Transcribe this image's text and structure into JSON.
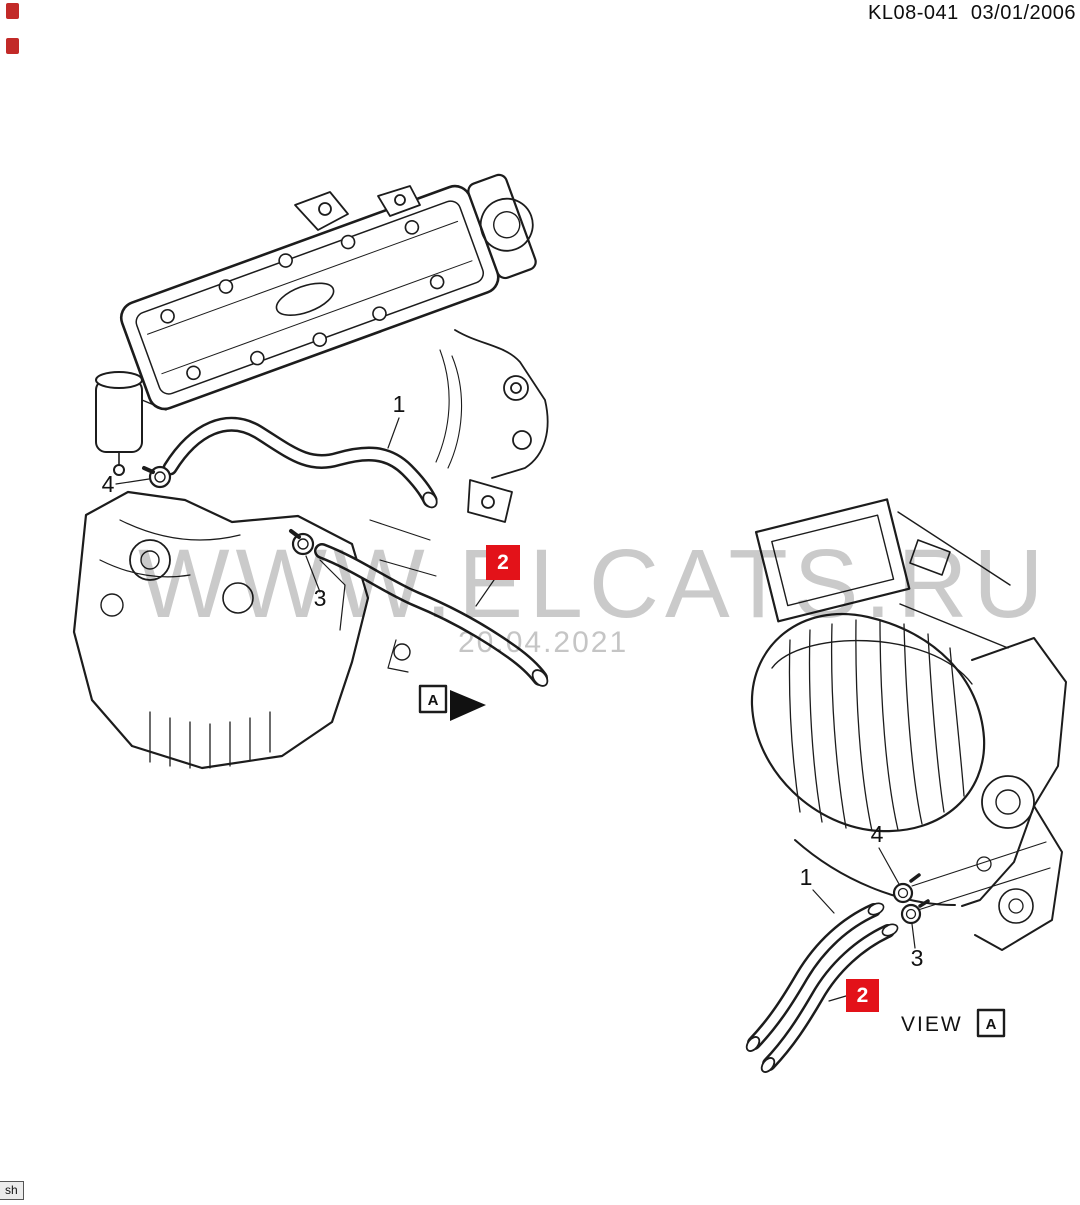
{
  "header": {
    "doc_ref": "KL08-041  03/01/2006"
  },
  "watermark": {
    "site": "WWW.ELCATS.RU",
    "date": "20.04.2021"
  },
  "corner": {
    "label": "sh"
  },
  "colors": {
    "callout_red": "#e31219",
    "line": "#1c1c1c",
    "watermark_grey": "#9e9e9e"
  },
  "engine_view": {
    "callout_1": "1",
    "callout_2": "2",
    "callout_3": "3",
    "callout_4": "4",
    "section_arrow_letter": "A"
  },
  "heater_view": {
    "callout_1": "1",
    "callout_2": "2",
    "callout_3": "3",
    "callout_4": "4",
    "view_label": "VIEW",
    "view_letter": "A"
  }
}
